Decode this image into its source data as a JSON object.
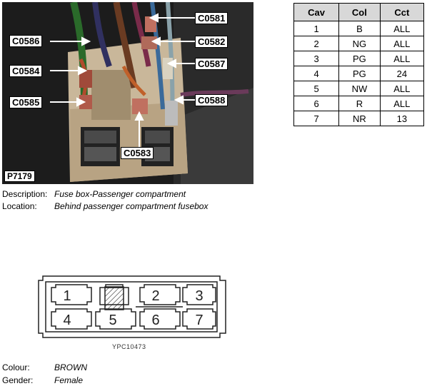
{
  "photo": {
    "id": "P7179",
    "labels": [
      "C0581",
      "C0586",
      "C0582",
      "C0587",
      "C0584",
      "C0585",
      "C0588",
      "C0583"
    ]
  },
  "pin_table": {
    "headers": [
      "Cav",
      "Col",
      "Cct"
    ],
    "rows": [
      [
        "1",
        "B",
        "ALL"
      ],
      [
        "2",
        "NG",
        "ALL"
      ],
      [
        "3",
        "PG",
        "ALL"
      ],
      [
        "4",
        "PG",
        "24"
      ],
      [
        "5",
        "NW",
        "ALL"
      ],
      [
        "6",
        "R",
        "ALL"
      ],
      [
        "7",
        "NR",
        "13"
      ]
    ]
  },
  "info": {
    "description_key": "Description:",
    "description_value": "Fuse box-Passenger compartment",
    "location_key": "Location:",
    "location_value": "Behind passenger compartment fusebox",
    "colour_key": "Colour:",
    "colour_value": "BROWN",
    "gender_key": "Gender:",
    "gender_value": "Female"
  },
  "face": {
    "code": "YPC10473",
    "pins": [
      "1",
      "2",
      "3",
      "4",
      "5",
      "6",
      "7"
    ]
  }
}
